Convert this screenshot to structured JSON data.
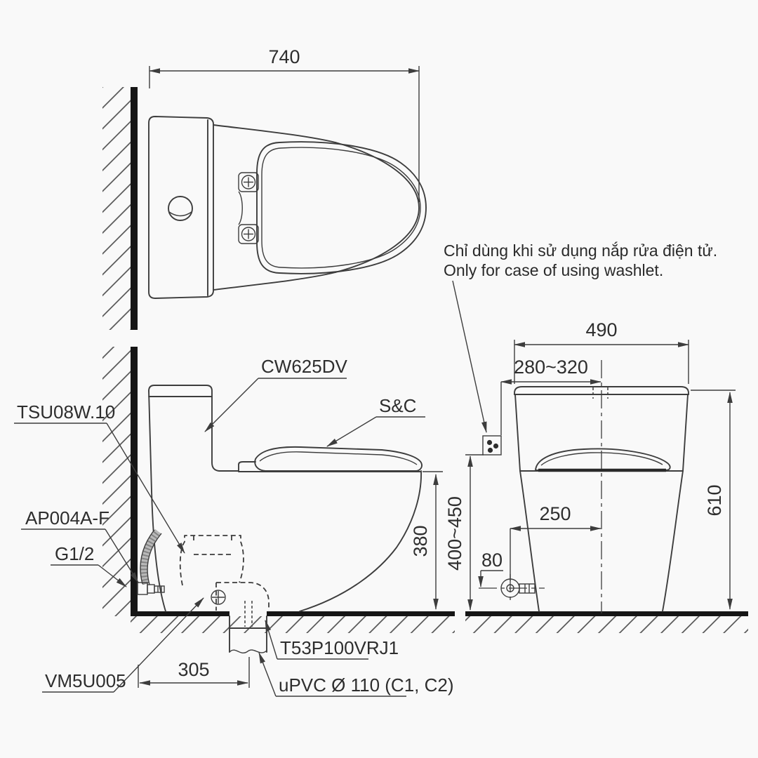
{
  "note": {
    "vi": "Chỉ dùng khi sử dụng nắp rửa điện tử.",
    "en": "Only for case of using washlet."
  },
  "part_labels": {
    "tank_model": "CW625DV",
    "seat_model": "S&C",
    "supply_hose": "TSU08W.10",
    "stop_valve": "AP004A-F",
    "thread_size": "G1/2",
    "flange": "VM5U005",
    "joint": "T53P100VRJ1",
    "drain_pipe": "uPVC Ø 110 (C1, C2)"
  },
  "dimensions": {
    "plan_depth": "740",
    "tank_width": "490",
    "outlet_wall_range": "280~320",
    "total_height": "610",
    "outlet_height_range": "400~450",
    "supply_to_center": "250",
    "supply_height": "80",
    "rim_height": "380",
    "drain_from_wall": "305"
  },
  "colors": {
    "background": "#f9f9f9",
    "line": "#3d3d3d",
    "heavy_line": "#161616",
    "text": "#2e2e2e"
  }
}
